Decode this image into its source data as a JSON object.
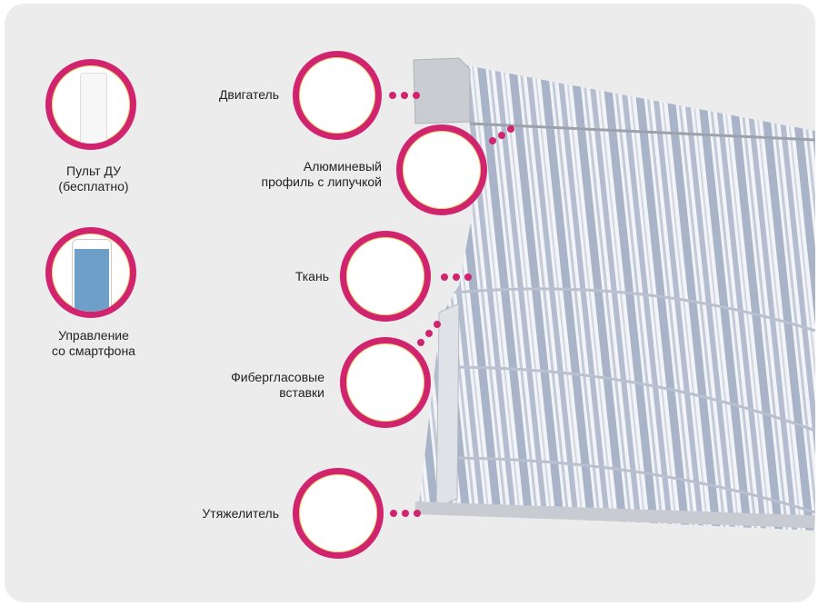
{
  "left_features": [
    {
      "line1": "Пульт ДУ",
      "line2": "(бесплатно)",
      "icon": "remote-control-icon"
    },
    {
      "line1": "Управление",
      "line2": "со смартфона",
      "icon": "smartphone-icon"
    }
  ],
  "components": [
    {
      "line1": "Двигатель",
      "line2": ""
    },
    {
      "line1": "Алюминевый",
      "line2": "профиль с липучкой"
    },
    {
      "line1": "Ткань",
      "line2": ""
    },
    {
      "line1": "Фибергласовые",
      "line2": "вставки"
    },
    {
      "line1": "Утяжелитель",
      "line2": ""
    }
  ],
  "colors": {
    "accent": "#d1246f",
    "background": "#ececec",
    "stripe": "#a9b4c8"
  }
}
